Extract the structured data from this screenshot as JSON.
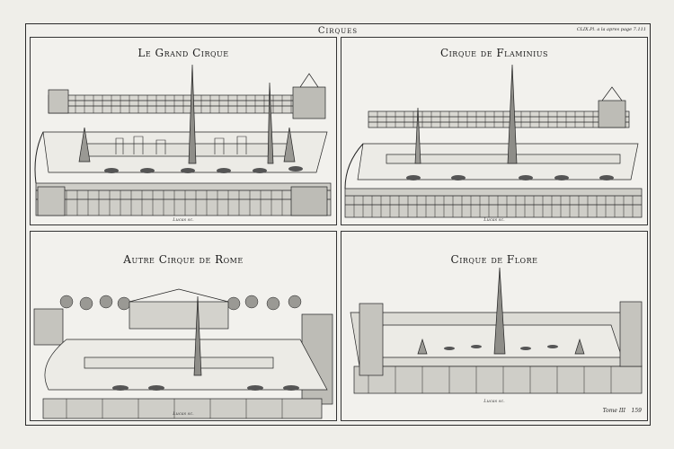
{
  "plate": {
    "title": "Cirques",
    "reference": "CLIX.Pl. a la apres page 7.111",
    "volume": "Tome III",
    "page_number": "159"
  },
  "panels": [
    {
      "title": "Le Grand Cirque",
      "credit": "Lucas sc."
    },
    {
      "title": "Cirque de Flaminius",
      "credit": "Lucas sc."
    },
    {
      "title": "Autre Cirque de Rome",
      "credit": "Lucas sc."
    },
    {
      "title": "Cirque de Flore",
      "credit": "Lucas sc."
    }
  ],
  "colors": {
    "paper": "#efeee9",
    "ink": "#1c1c1c"
  }
}
